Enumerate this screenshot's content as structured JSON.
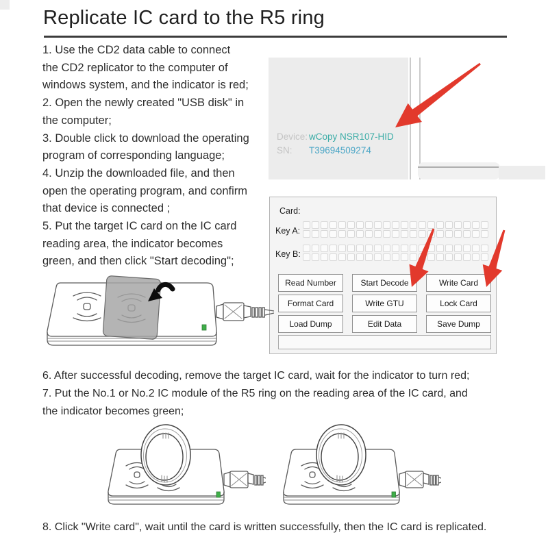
{
  "page": {
    "title": "Replicate IC card to the R5 ring",
    "step_final": "8. Click \"Write card\", wait until the card is written successfully, then the IC card is replicated."
  },
  "steps_left": [
    "1. Use the CD2 data cable to connect\nthe CD2 replicator to the computer of\nwindows system, and the indicator is red;",
    "2. Open the newly created \"USB disk\" in\nthe computer;",
    "3. Double click to download the operating\nprogram of corresponding language;",
    "4. Unzip the downloaded file, and then\nopen the operating program, and confirm\nthat device is connected ;",
    "5. Put the target IC card on the IC card\nreading area, the indicator becomes\ngreen, and then click \"Start decoding\";"
  ],
  "steps_bottom": [
    "6. After successful decoding, remove the target IC card, wait for the indicator to turn red;",
    "7. Put the No.1 or No.2 IC module of the R5 ring on the reading area of the IC card, and\nthe indicator becomes green;"
  ],
  "screenshot_device": {
    "device_label": "Device:",
    "device_value": "wCopy NSR107-HID",
    "sn_label": "SN:",
    "sn_value": "T39694509274"
  },
  "software": {
    "card_label": "Card:",
    "key_a_label": "Key A:",
    "key_b_label": "Key B:",
    "buttons": [
      {
        "label": "Read Number"
      },
      {
        "label": "Start Decode"
      },
      {
        "label": "Write Card"
      },
      {
        "label": "Format Card"
      },
      {
        "label": "Write GTU"
      },
      {
        "label": "Lock Card"
      },
      {
        "label": "Load Dump"
      },
      {
        "label": "Edit Data"
      },
      {
        "label": "Save Dump"
      }
    ],
    "status_value": "",
    "key_grid": {
      "rows": 2,
      "cols": 21
    }
  },
  "colors": {
    "teal": "#3AACA6",
    "sn_blue": "#4BA6C6",
    "arrow_red": "#E2392C",
    "led_green": "#3FAE49"
  }
}
